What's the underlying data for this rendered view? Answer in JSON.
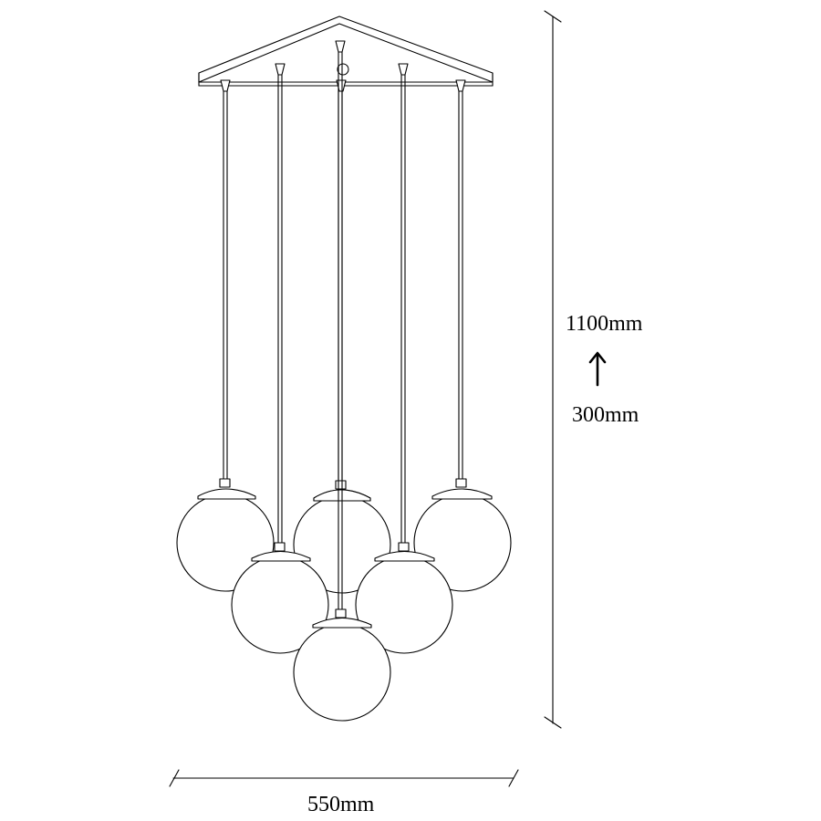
{
  "dimensions": {
    "height_max": "1100mm",
    "height_min": "300mm",
    "width": "550mm"
  },
  "icons": {
    "adjust": "arrow-up-icon"
  },
  "colors": {
    "line": "#000000",
    "background": "#ffffff"
  }
}
